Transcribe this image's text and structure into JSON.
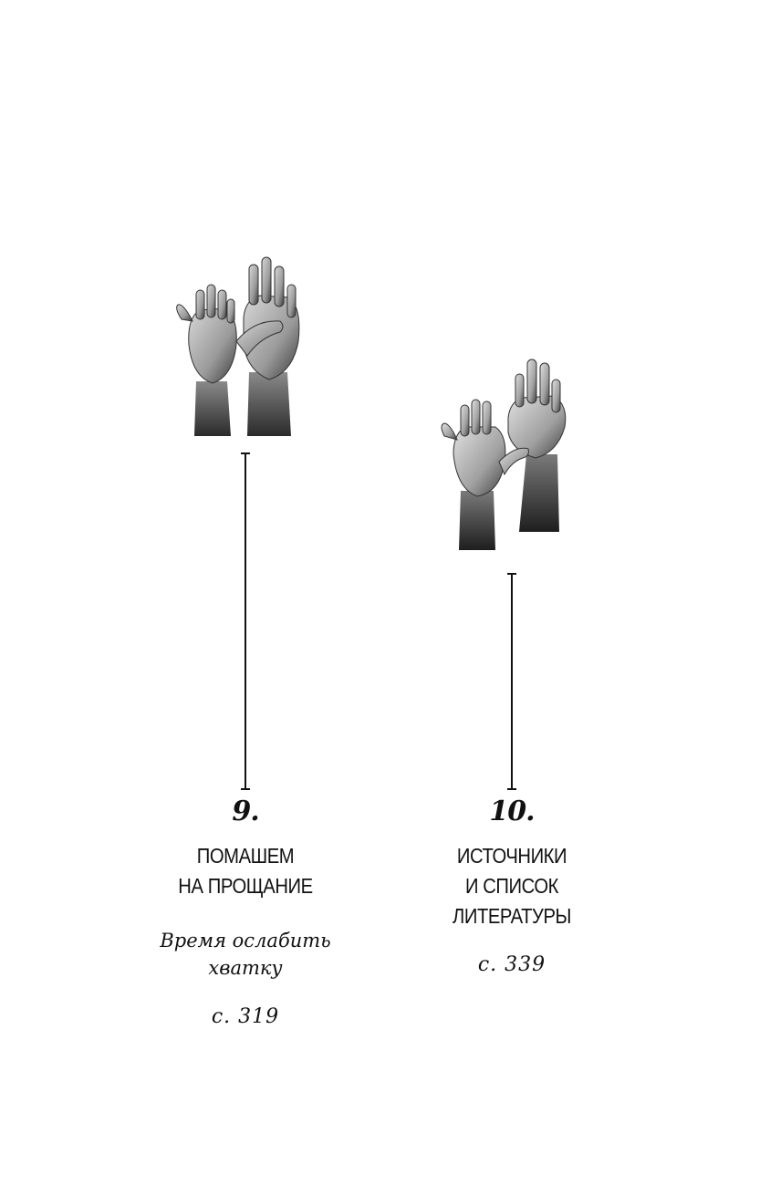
{
  "chapters": [
    {
      "number": "9.",
      "title_lines": [
        "ПОМАШЕМ",
        "НА ПРОЩАНИЕ"
      ],
      "subtitle_lines": [
        "Время ослабить",
        "хватку"
      ],
      "page_ref": "с. 319",
      "image_icon": "waving-hands-photo"
    },
    {
      "number": "10.",
      "title_lines": [
        "ИСТОЧНИКИ",
        "И СПИСОК",
        "ЛИТЕРАТУРЫ"
      ],
      "page_ref": "с. 339",
      "image_icon": "waving-hands-photo"
    }
  ]
}
